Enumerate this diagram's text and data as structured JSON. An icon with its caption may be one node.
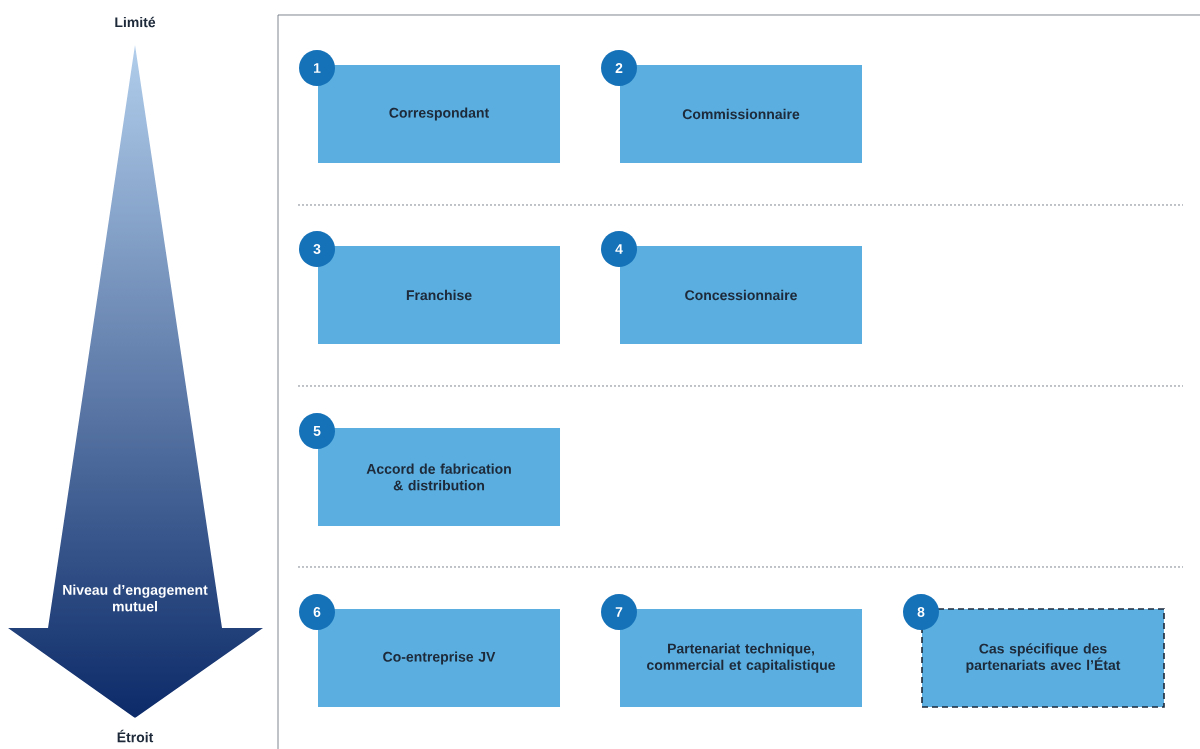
{
  "diagram": {
    "nodes": [
      {
        "text": [
          "Niveau d’engagement mutuel"
        ]
      },
      {
        "text": [
          "Correspondant"
        ],
        "beside": [
          "1"
        ]
      },
      {
        "text": [
          "Commissionnaire"
        ],
        "beside": [
          "2"
        ]
      },
      {
        "text": [
          "Franchise"
        ],
        "beside": [
          "3"
        ]
      },
      {
        "text": [
          "Concessionnaire"
        ],
        "beside": [
          "4"
        ]
      },
      {
        "text": [
          "Accord de fabrication & distribution"
        ],
        "beside": [
          "5"
        ]
      },
      {
        "text": [
          "Co-entreprise JV"
        ],
        "beside": [
          "6"
        ]
      },
      {
        "text": [
          "Partenariat technique, commercial et capitalistique"
        ],
        "beside": [
          "7"
        ]
      },
      {
        "text": [
          "Cas spécifique des partenariats avec l’État"
        ],
        "beside": [
          "8"
        ]
      }
    ],
    "labels": [
      "Limité",
      "Étroit"
    ]
  }
}
